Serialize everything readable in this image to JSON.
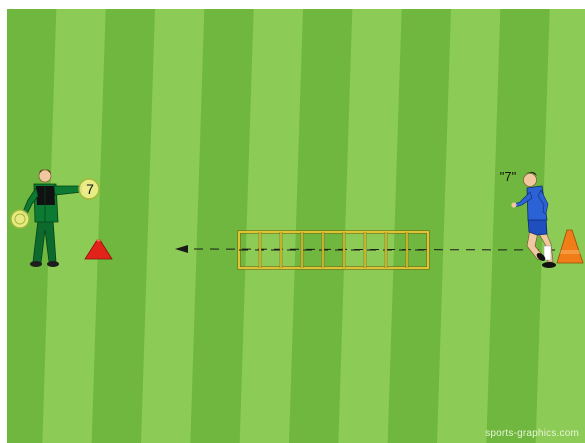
{
  "pitch": {
    "stripe_light": "#8ccb55",
    "stripe_dark": "#6fb73e",
    "border": "#ffffff",
    "stripe_count": 12
  },
  "coach": {
    "ball_label": "7"
  },
  "player": {
    "number_label": "\"7\""
  },
  "cones": {
    "left_color": "#e2231a",
    "right_color": "#f07d17"
  },
  "ladder": {
    "rungs": 9,
    "color": "#e6cf3a"
  },
  "arrow": {
    "style": "dashed",
    "direction": "left"
  },
  "watermark": "sports-graphics.com"
}
